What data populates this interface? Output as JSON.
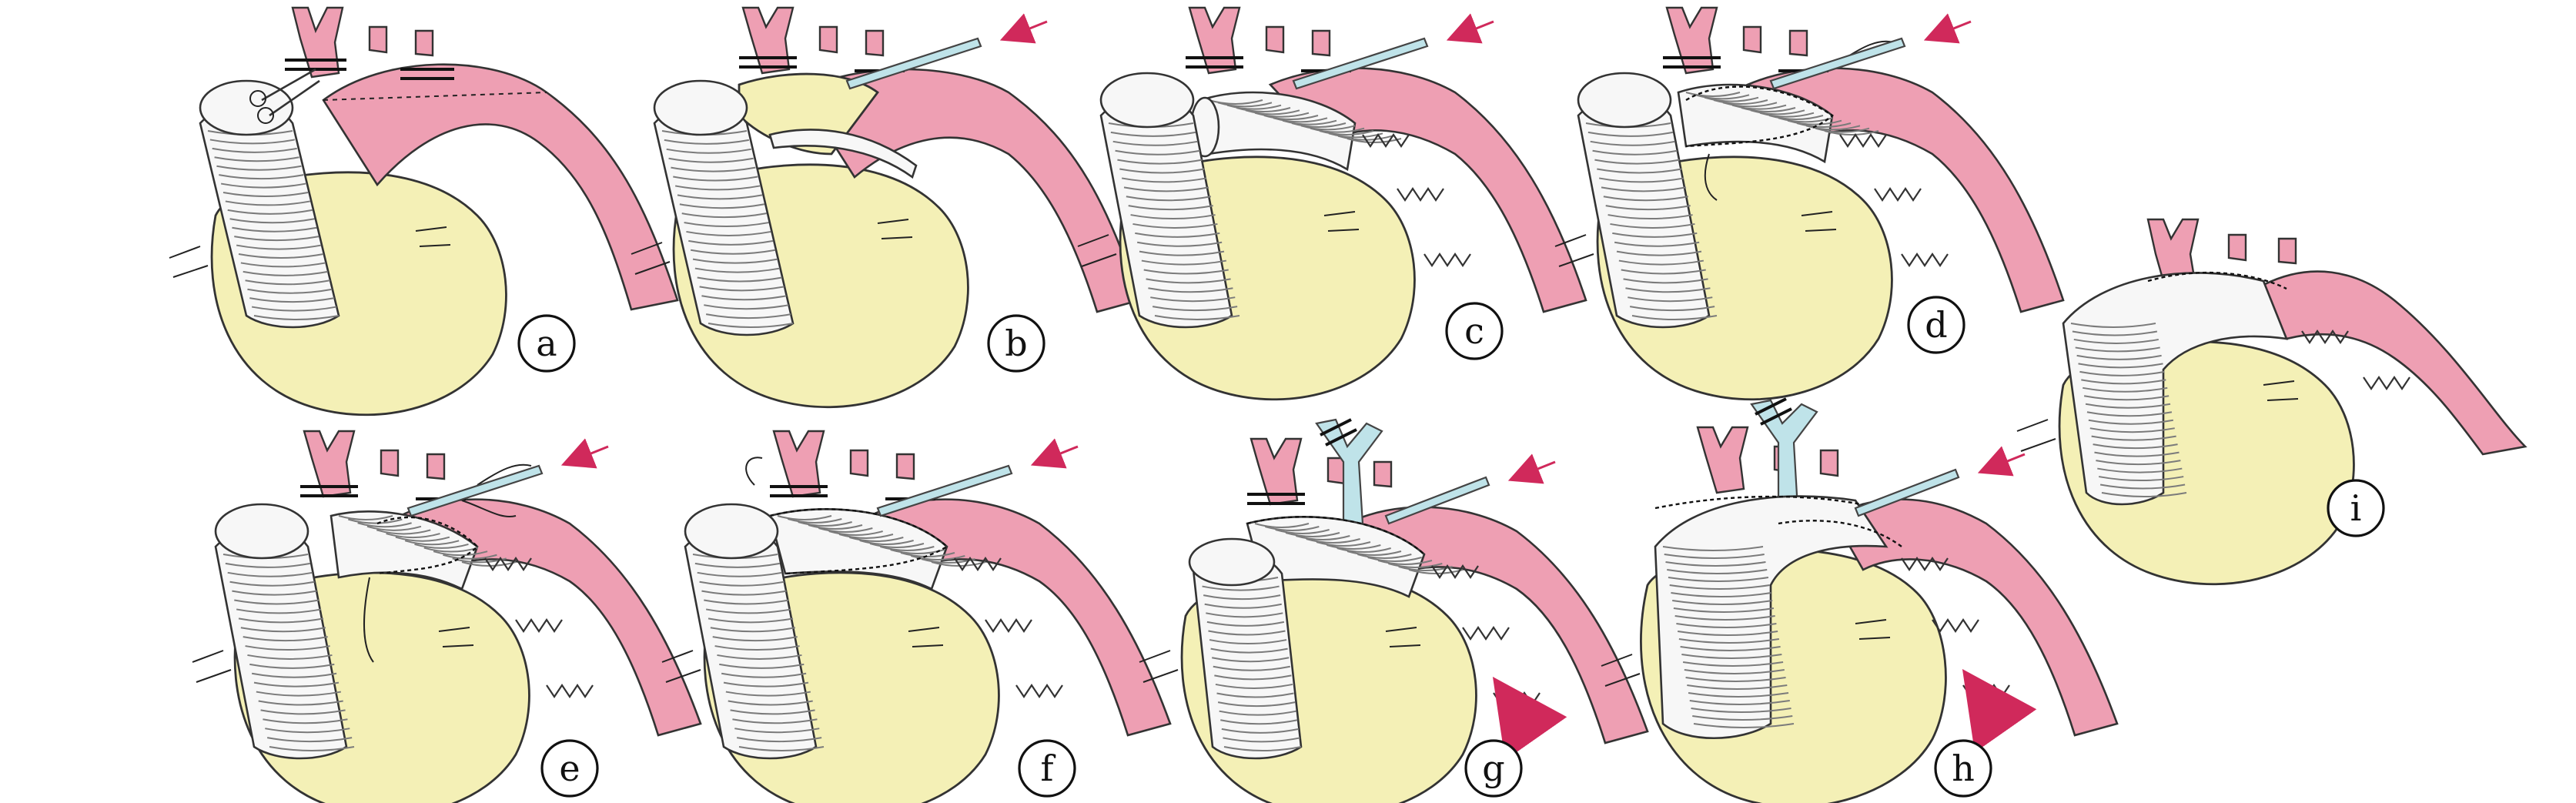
{
  "figure": {
    "description_colors": {
      "heart": "#f4f0b6",
      "aorta": "#ee9fb3",
      "graft": "#f7f7f7",
      "cannula": "#bfe3e9",
      "arrow": "#d0295b"
    },
    "panels": [
      {
        "id": "a",
        "label": "a"
      },
      {
        "id": "b",
        "label": "b"
      },
      {
        "id": "c",
        "label": "c"
      },
      {
        "id": "d",
        "label": "d"
      },
      {
        "id": "e",
        "label": "e"
      },
      {
        "id": "f",
        "label": "f"
      },
      {
        "id": "g",
        "label": "g"
      },
      {
        "id": "h",
        "label": "h"
      },
      {
        "id": "i",
        "label": "i"
      }
    ]
  }
}
